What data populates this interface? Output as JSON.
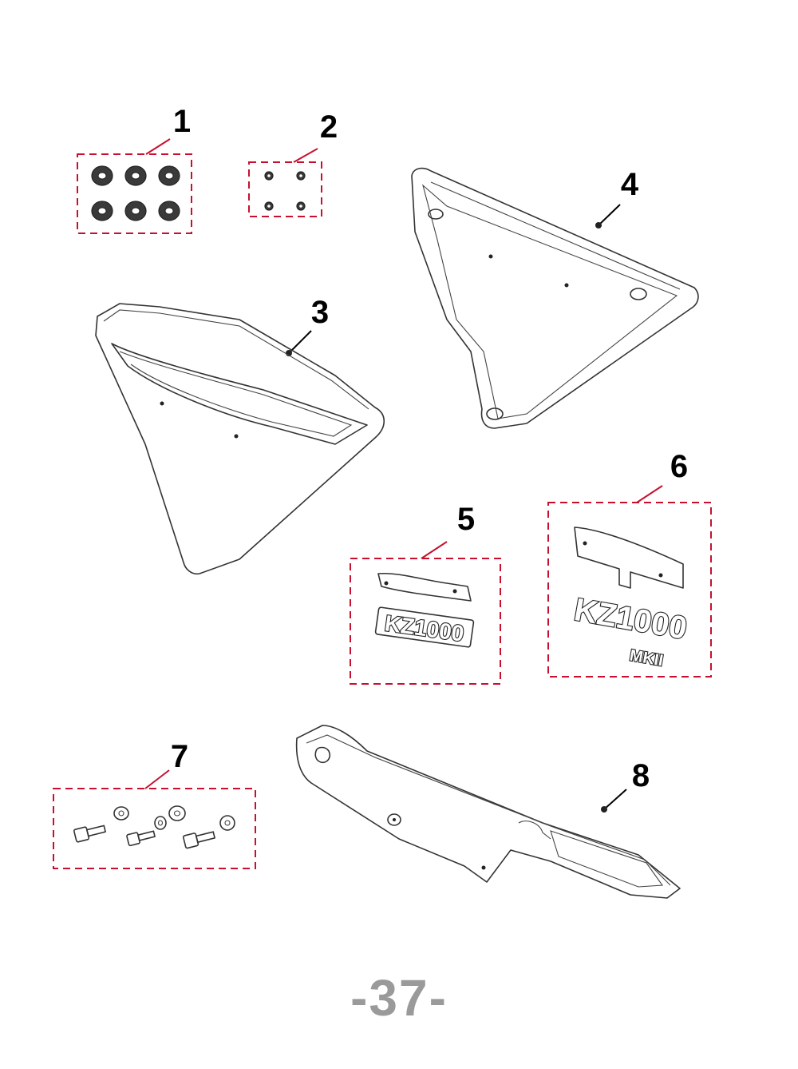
{
  "callouts": {
    "c1": "1",
    "c2": "2",
    "c3": "3",
    "c4": "4",
    "c5": "5",
    "c6": "6",
    "c7": "7",
    "c8": "8"
  },
  "emblems": {
    "kz1000": "KZ1000",
    "kz1000_mk": "KZ1000",
    "mkii": "MKII"
  },
  "page_number": "-37-",
  "colors": {
    "callout_box": "#c8102e",
    "page_number": "#9a9a9a"
  }
}
